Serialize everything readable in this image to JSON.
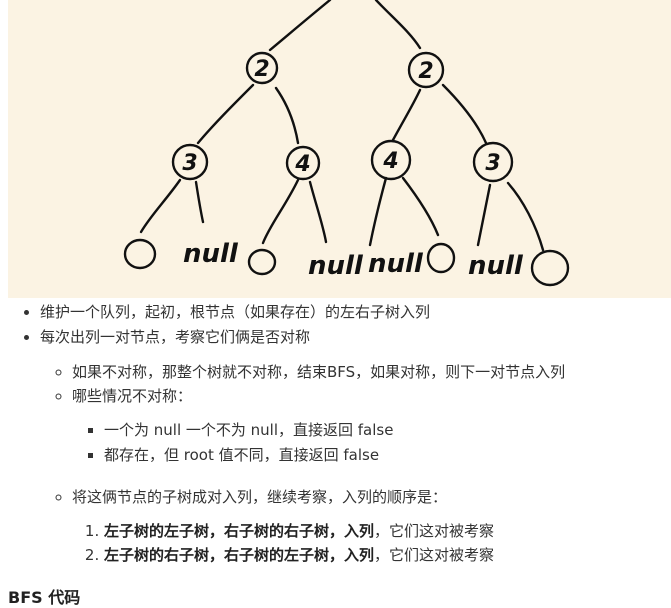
{
  "figure": {
    "node_labels": [
      "2",
      "2",
      "3",
      "4",
      "4",
      "3"
    ],
    "leaf_labels": [
      "null",
      "null",
      "null",
      "null"
    ],
    "ink_color": "#111111",
    "background": "#fbf3e3"
  },
  "list": {
    "item1": "维护一个队列，起初，根节点（如果存在）的左右子树入列",
    "item2": "每次出列一对节点，考察它们俩是否对称",
    "sub1": "如果不对称，那整个树就不对称，结束BFS，如果对称，则下一对节点入列",
    "sub2": "哪些情况不对称：",
    "case1": "一个为 null 一个不为 null，直接返回 false",
    "case2": "都存在，但 root 值不同，直接返回 false",
    "sub3": "将这俩节点的子树成对入列，继续考察，入列的顺序是：",
    "order1_bold": "左子树的左子树，右子树的右子树，入列",
    "order1_rest": "，它们这对被考察",
    "order2_bold": "左子树的右子树，右子树的左子树，入列",
    "order2_rest": "，它们这对被考察"
  },
  "heading": "BFS 代码"
}
